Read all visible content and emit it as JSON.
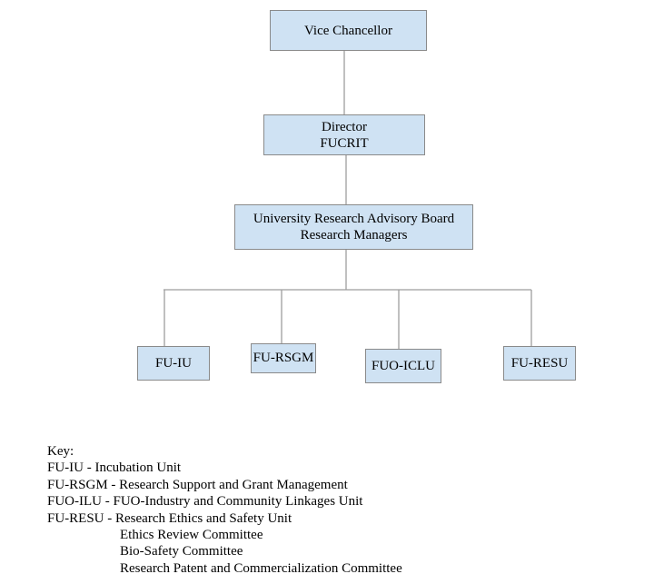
{
  "nodes": {
    "vice_chancellor": {
      "line1": "Vice Chancellor"
    },
    "director": {
      "line1": "Director",
      "line2": "FUCRIT"
    },
    "advisory_board": {
      "line1": "University Research Advisory Board",
      "line2": "Research Managers"
    },
    "fu_iu": {
      "line1": "FU-IU"
    },
    "fu_rsgm": {
      "line1": "FU-RSGM"
    },
    "fuo_iclu": {
      "line1": "FUO-ICLU"
    },
    "fu_resu": {
      "line1": "FU-RESU"
    }
  },
  "key": {
    "title": "Key:",
    "entries": [
      "FU-IU - Incubation Unit",
      "FU-RSGM - Research Support and Grant Management",
      "FUO-ILU - FUO-Industry and Community Linkages Unit",
      "FU-RESU - Research Ethics and Safety Unit"
    ],
    "sub_entries": [
      "Ethics Review Committee",
      "Bio-Safety Committee",
      "Research Patent and Commercialization Committee"
    ]
  },
  "colors": {
    "node_fill": "#cfe2f3",
    "node_border": "#8a8a8a",
    "connector": "#9e9e9e"
  }
}
